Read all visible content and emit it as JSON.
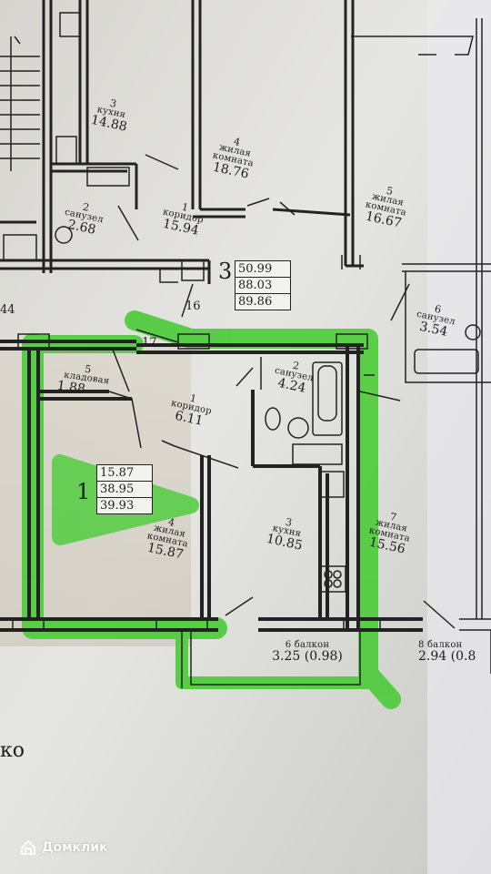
{
  "rooms_top": [
    {
      "id": "kitchen-3",
      "number": "3",
      "name": "кухня",
      "area": "14.88"
    },
    {
      "id": "living-4",
      "number": "4",
      "name": "жилая комната",
      "area": "18.76"
    },
    {
      "id": "living-5",
      "number": "5",
      "name": "жилая комната",
      "area": "16.67"
    },
    {
      "id": "bath-2",
      "number": "2",
      "name": "санузел",
      "area": "2.68"
    },
    {
      "id": "corridor-1",
      "number": "1",
      "name": "коридор",
      "area": "15.94"
    },
    {
      "id": "bath-6",
      "number": "6",
      "name": "санузел",
      "area": "3.54"
    }
  ],
  "apt3": {
    "rooms": "3",
    "living": "50.99",
    "total": "88.03",
    "total_with_balcony": "89.86"
  },
  "apt_numbers": {
    "a16": "16",
    "a17": "17",
    "a44": "44"
  },
  "rooms_main": [
    {
      "id": "storage-5",
      "number": "5",
      "name": "кладовая",
      "area": "1.88"
    },
    {
      "id": "corridor-1b",
      "number": "1",
      "name": "коридор",
      "area": "6.11"
    },
    {
      "id": "bath-2b",
      "number": "2",
      "name": "санузел",
      "area": "4.24"
    },
    {
      "id": "living-4b",
      "number": "4",
      "name": "жилая комната",
      "area": "15.87"
    },
    {
      "id": "kitchen-3b",
      "number": "3",
      "name": "кухня",
      "area": "10.85"
    },
    {
      "id": "living-7",
      "number": "7",
      "name": "жилая комната",
      "area": "15.56"
    },
    {
      "id": "balcony-6",
      "number": "6",
      "name": "балкон",
      "area": "3.25 (0.98)"
    },
    {
      "id": "balcony-8",
      "number": "8",
      "name": "балкон",
      "area": "2.94 (0.8"
    }
  ],
  "apt1": {
    "rooms": "1",
    "living": "15.87",
    "total": "38.95",
    "total_with_balcony": "39.93"
  },
  "cut_text": "ко",
  "watermark": {
    "label": "Домклик",
    "icon": "domclick-house-icon"
  },
  "colors": {
    "highlight": "#4fcc3c",
    "wall": "#222222",
    "paper": "#f0f0ec"
  }
}
